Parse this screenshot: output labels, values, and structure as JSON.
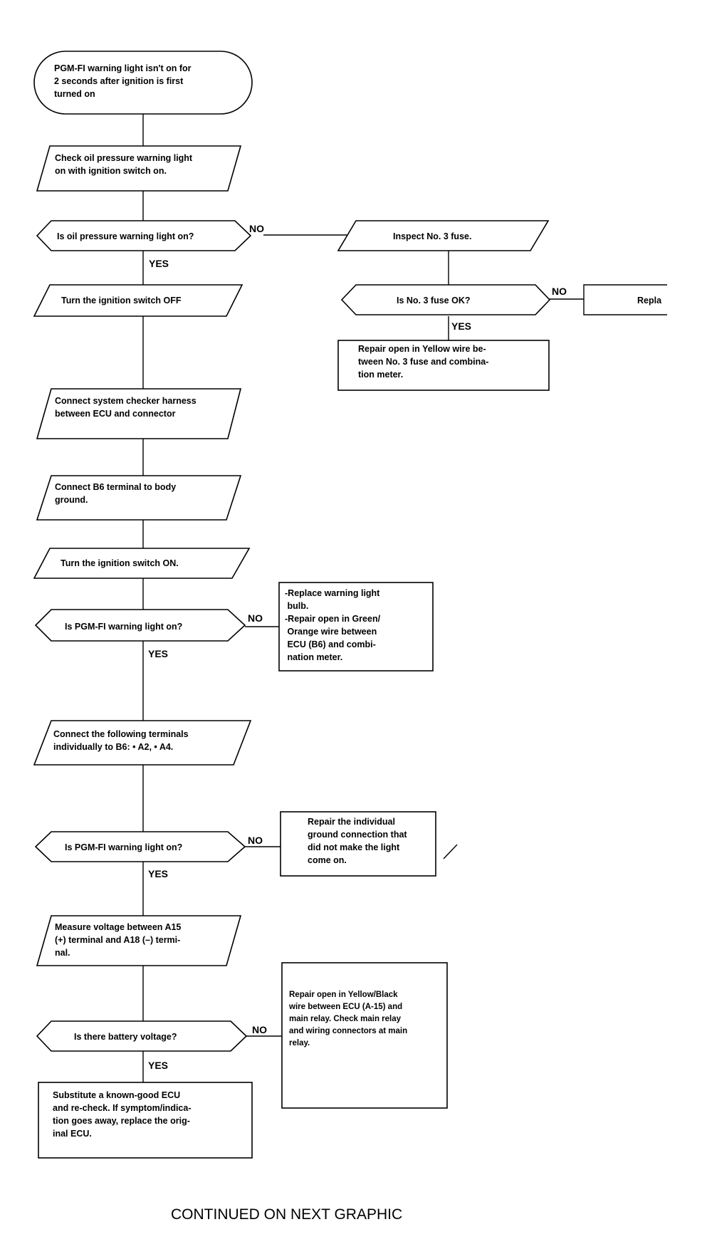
{
  "nodes": {
    "start": [
      "PGM-FI warning light isn't on for",
      "2 seconds after ignition is first",
      "turned on"
    ],
    "check_oil": [
      "Check oil pressure warning light",
      "on with ignition switch on."
    ],
    "q_oil": [
      "Is oil pressure warning light on?"
    ],
    "inspect_fuse": [
      "Inspect No. 3 fuse."
    ],
    "q_fuse": [
      "Is No. 3 fuse OK?"
    ],
    "replace_fuse": [
      "Repla"
    ],
    "repair_yellow": [
      "Repair open in Yellow wire be-",
      "tween No. 3 fuse and combina-",
      "tion meter."
    ],
    "ign_off": [
      "Turn the ignition switch OFF"
    ],
    "connect_harness": [
      "Connect system checker harness",
      "between ECU and connector"
    ],
    "connect_b6": [
      "Connect B6 terminal to body",
      "ground."
    ],
    "ign_on": [
      "Turn the ignition switch ON."
    ],
    "q_pgm1": [
      "Is PGM-FI warning light on?"
    ],
    "replace_bulb": [
      "-Replace warning light",
      "  bulb.",
      "-Repair open in Green/",
      "  Orange wire between",
      "  ECU (B6) and combi-",
      "  nation meter."
    ],
    "connect_terms": [
      "Connect the following terminals",
      "individually to B6: • A2, • A4."
    ],
    "q_pgm2": [
      "Is PGM-FI warning light on?"
    ],
    "repair_ground": [
      "Repair the individual",
      "ground connection that",
      "did not make the light",
      "come on."
    ],
    "measure_v": [
      "Measure voltage between A15",
      "(+) terminal and A18 (–) termi-",
      "nal."
    ],
    "q_batt": [
      "Is there battery voltage?"
    ],
    "repair_yb": [
      "Repair open in Yellow/Black",
      "wire between ECU (A-15) and",
      "main relay. Check main relay",
      "and wiring connectors at main",
      "relay."
    ],
    "substitute": [
      "Substitute a known-good ECU",
      "and re-check. If symptom/indica-",
      "tion goes away, replace the orig-",
      "inal ECU."
    ]
  },
  "labels": {
    "yes": "YES",
    "no": "NO"
  },
  "footer": "CONTINUED ON NEXT GRAPHIC"
}
